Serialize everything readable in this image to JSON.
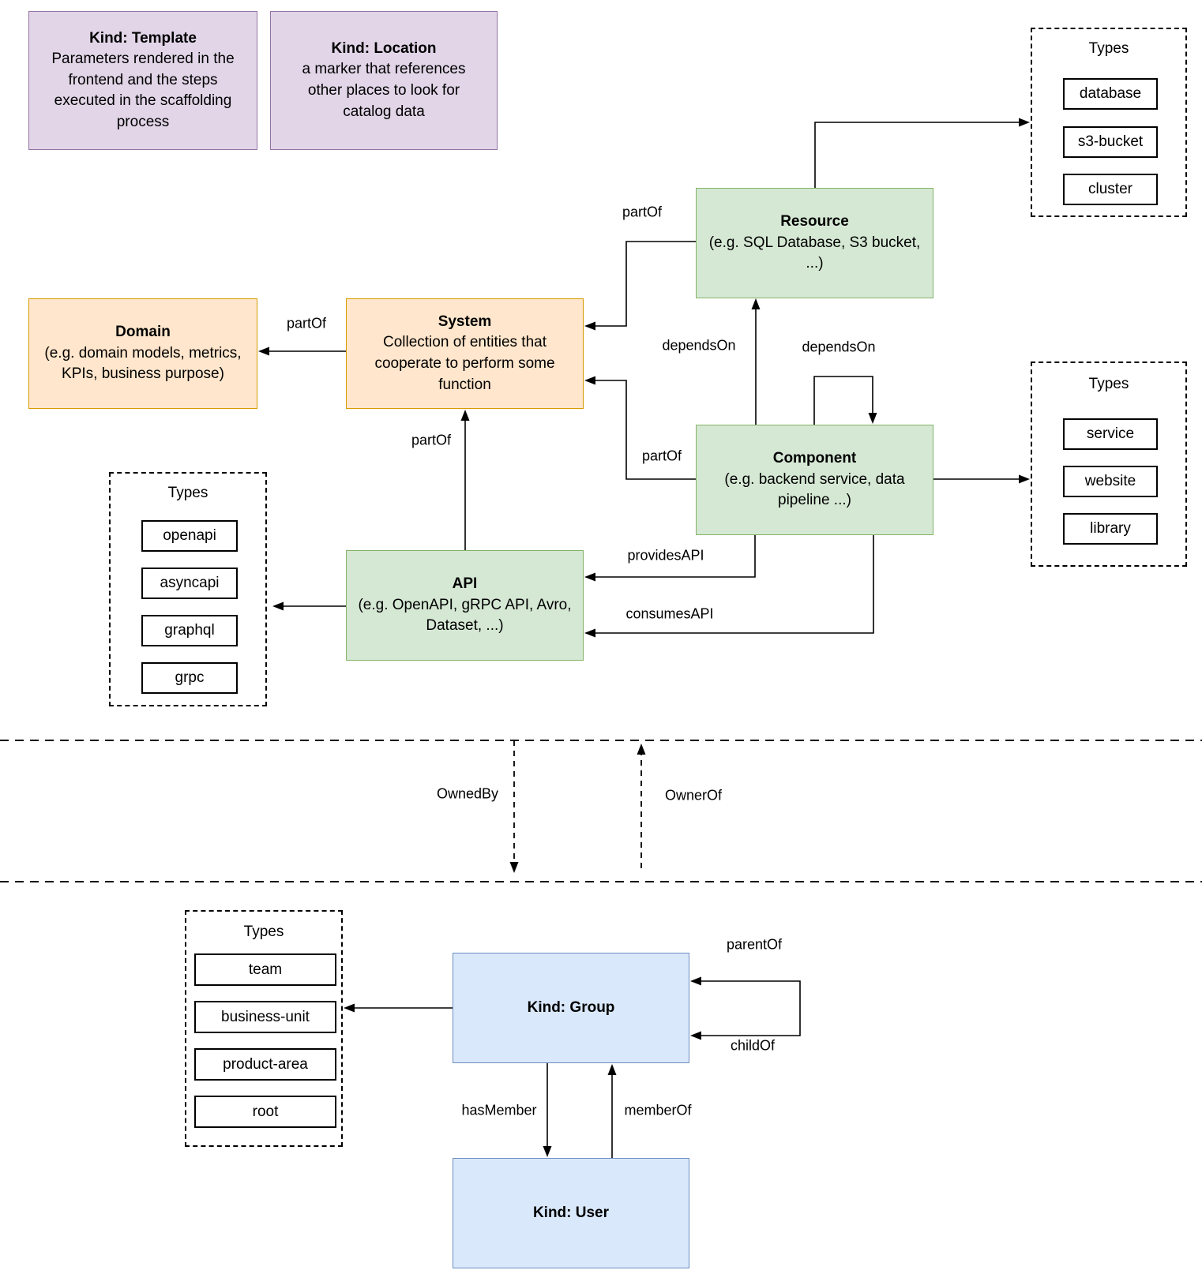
{
  "diagram": {
    "nodes": {
      "template": {
        "title": "Kind: Template",
        "description": "Parameters rendered in the frontend and the steps executed in  the scaffolding process"
      },
      "location": {
        "title": "Kind: Location",
        "description": "a marker that references other places to look for catalog data"
      },
      "resource": {
        "title": "Resource",
        "description": "(e.g. SQL Database, S3 bucket, ...)"
      },
      "domain": {
        "title": "Domain",
        "description": "(e.g.  domain models, metrics, KPIs, business purpose)"
      },
      "system": {
        "title": "System",
        "description": "Collection of entities that cooperate to perform some function"
      },
      "component": {
        "title": "Component",
        "description": "(e.g. backend service, data pipeline ...)"
      },
      "api": {
        "title": "API",
        "description": "(e.g. OpenAPI, gRPC API, Avro, Dataset, ...)"
      },
      "group": {
        "title": "Kind: Group"
      },
      "user": {
        "title": "Kind: User"
      }
    },
    "type_groups": {
      "resource_types": {
        "title": "Types",
        "items": [
          "database",
          "s3-bucket",
          "cluster"
        ]
      },
      "component_types": {
        "title": "Types",
        "items": [
          "service",
          "website",
          "library"
        ]
      },
      "api_types": {
        "title": "Types",
        "items": [
          "openapi",
          "asyncapi",
          "graphql",
          "grpc"
        ]
      },
      "group_types": {
        "title": "Types",
        "items": [
          "team",
          "business-unit",
          "product-area",
          "root"
        ]
      }
    },
    "edges": {
      "resource_part_of": "partOf",
      "component_part_of": "partOf",
      "system_part_of": "partOf",
      "api_part_of": "partOf",
      "component_depends_on_resource": "dependsOn",
      "component_depends_on_self": "dependsOn",
      "provides_api": "providesAPI",
      "consumes_api": "consumesAPI",
      "owned_by": "OwnedBy",
      "owner_of": "OwnerOf",
      "parent_of": "parentOf",
      "child_of": "childOf",
      "has_member": "hasMember",
      "member_of": "memberOf"
    },
    "colors": {
      "purple_fill": "#E1D5E7",
      "purple_border": "#9673A6",
      "green_fill": "#D5E8D4",
      "green_border": "#82B366",
      "orange_fill": "#FFE6CC",
      "orange_border": "#D79B00",
      "blue_fill": "#DAE8FC",
      "blue_border": "#6C8EBF",
      "line": "#000000"
    }
  }
}
